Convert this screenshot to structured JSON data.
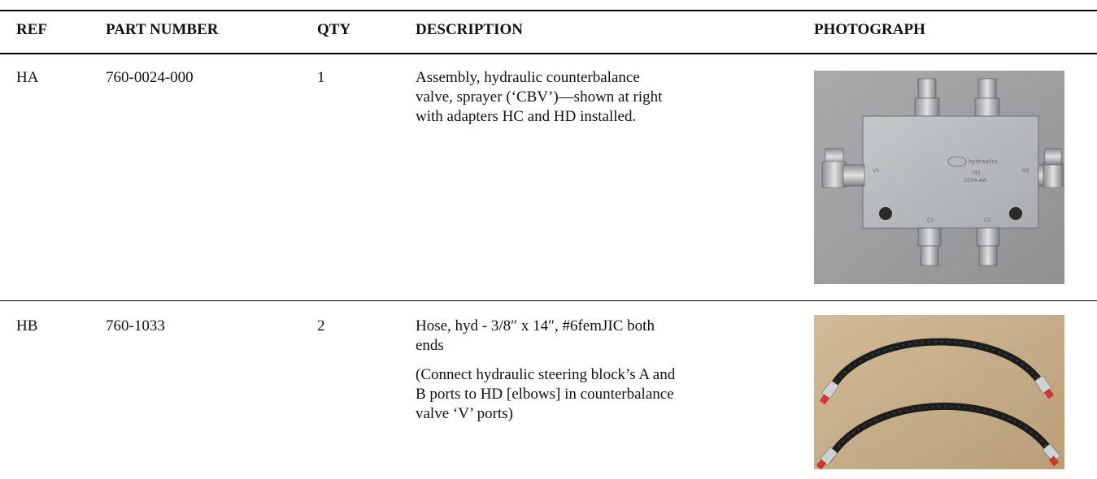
{
  "table": {
    "headers": {
      "ref": "REF",
      "part_number": "PART NUMBER",
      "qty": "QTY",
      "description": "DESCRIPTION",
      "photograph": "PHOTOGRAPH"
    },
    "rows": [
      {
        "ref": "HA",
        "part_number": "760-0024-000",
        "qty": "1",
        "description": [
          "Assembly, hydraulic counterbalance valve, sprayer (‘CBV’)—shown at right with adapters HC and HD installed."
        ],
        "photo": {
          "subject": "counterbalance-valve",
          "markings": {
            "brand": "hydraulics",
            "model": "YEJ",
            "code": "1E04-AA",
            "port_left": "V1",
            "port_right": "V2",
            "port_c1": "C1",
            "port_c2": "C2"
          }
        }
      },
      {
        "ref": "HB",
        "part_number": "760-1033",
        "qty": "2",
        "description": [
          "Hose, hyd - 3/8″ x 14″, #6femJIC both ends",
          "(Connect hydraulic steering block’s A and B ports to HD [elbows] in counterbalance valve ‘V’ ports)"
        ],
        "photo": {
          "subject": "hydraulic-hoses"
        }
      }
    ]
  },
  "colors": {
    "rule": "#000000",
    "valve_body": "#b9bcbd",
    "photo_bg_valve": "#9a9c9e",
    "photo_bg_hose": "#c9b18f",
    "hose": "#1c1c1c"
  }
}
